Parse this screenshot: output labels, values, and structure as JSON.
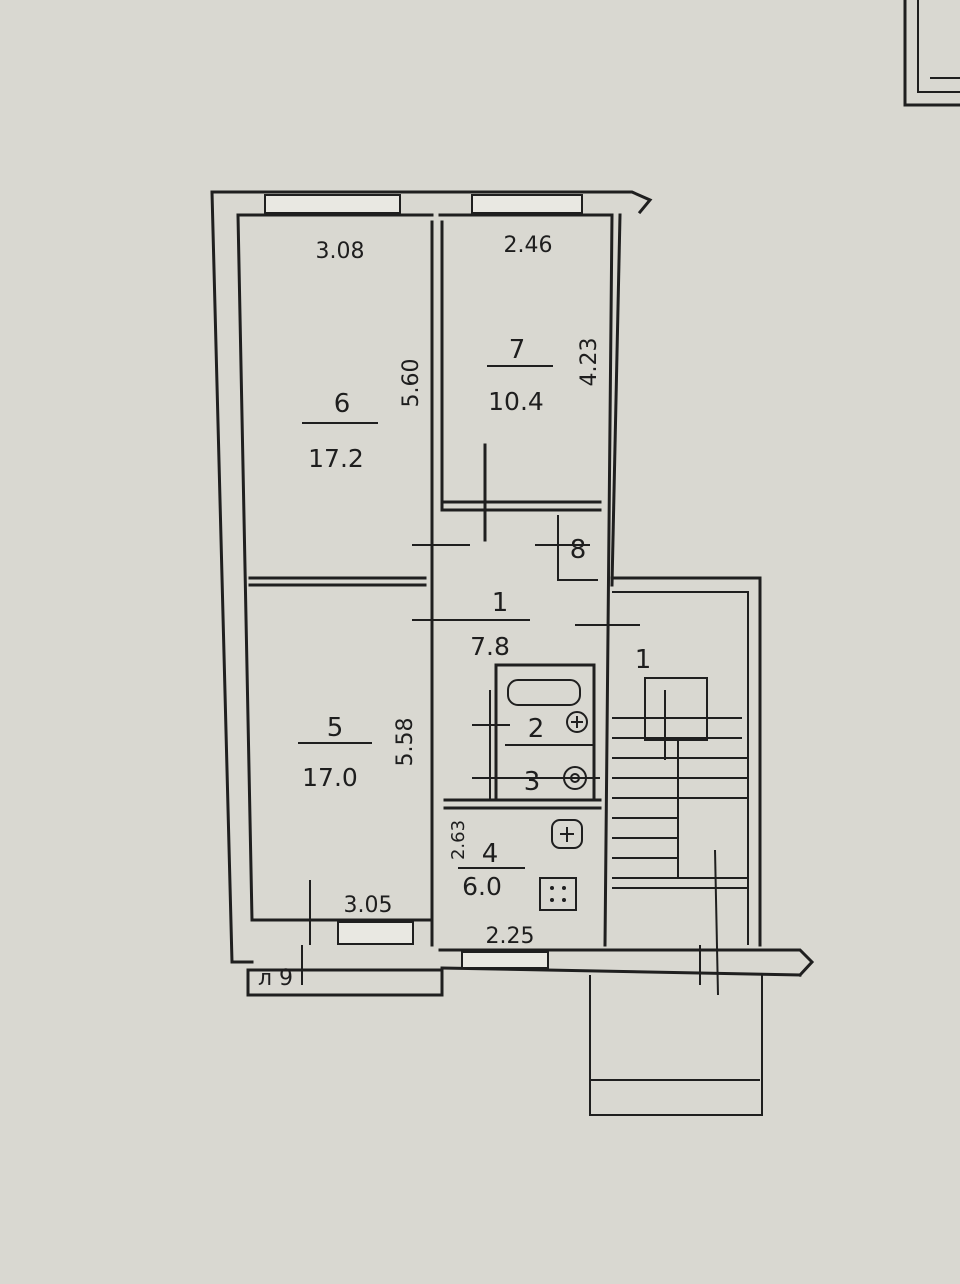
{
  "rooms": [
    {
      "id": "6",
      "number": "6",
      "area": "17.2"
    },
    {
      "id": "7",
      "number": "7",
      "area": "10.4"
    },
    {
      "id": "5",
      "number": "5",
      "area": "17.0"
    },
    {
      "id": "1",
      "number": "1",
      "area": "7.8"
    },
    {
      "id": "2",
      "number": "2",
      "area": ""
    },
    {
      "id": "3",
      "number": "3",
      "area": ""
    },
    {
      "id": "4",
      "number": "4",
      "area": "6.0"
    },
    {
      "id": "8",
      "number": "8",
      "area": ""
    }
  ],
  "dimensions": {
    "room6_width": "3.08",
    "room7_width": "2.46",
    "room6_length": "5.60",
    "room7_length": "4.23",
    "room5_length": "5.58",
    "room5_width": "3.05",
    "room4_width": "2.25",
    "room4_length": "2.63"
  },
  "stair_label": "1",
  "plan_mark": "л 9"
}
